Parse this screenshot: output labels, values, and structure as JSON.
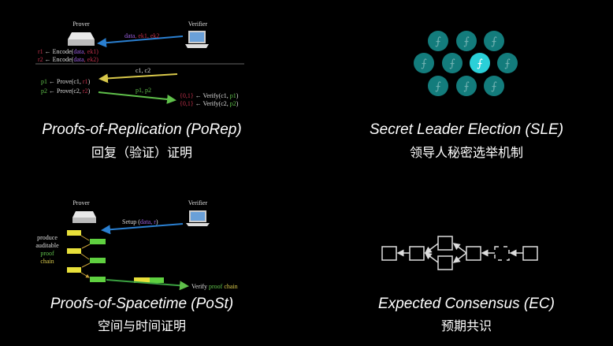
{
  "colors": {
    "purple": "#9b5fe0",
    "red": "#c0304a",
    "blue": "#2a7fd0",
    "yellow": "#d8c84a",
    "green": "#5fc04a",
    "teal": "#137c7c",
    "teal_highlight": "#2ad0d8"
  },
  "porep": {
    "prover": "Prover",
    "verifier": "Verifier",
    "send1_a": "data",
    "send1_b": ", ek1, ek2",
    "r1_a": "r1",
    "r1_b": " ← Encode(",
    "r1_c": "data",
    "r1_d": ", ek1)",
    "r2_a": "r2",
    "r2_b": " ← Encode(",
    "r2_c": "data",
    "r2_d": ", ek2)",
    "challenge": "c1, c2",
    "p1_a": "p1",
    "p1_b": " ← Prove(c1, ",
    "p1_c": "r1",
    "p1_d": ")",
    "p2_a": "p2",
    "p2_b": " ← Prove(c2, ",
    "p2_c": "r2",
    "p2_d": ")",
    "proofs": "p1, p2",
    "v1_a": "{0,1}",
    "v1_b": " ← Verify(c1, ",
    "v1_c": "p1",
    "v1_d": ")",
    "v2_a": "{0,1}",
    "v2_b": " ← Verify(c2, ",
    "v2_c": "p2",
    "v2_d": ")",
    "title": "Proofs-of-Replication (PoRep)",
    "subtitle": "回复（验证）证明"
  },
  "sle": {
    "coin_symbol": "⨍",
    "title": "Secret Leader Election (SLE)",
    "subtitle": "领导人秘密选举机制"
  },
  "post": {
    "prover": "Prover",
    "verifier": "Verifier",
    "setup_a": "Setup (",
    "setup_b": "data, r",
    "setup_c": ")",
    "produce": "produce",
    "auditable": "auditable",
    "proof": "proof",
    "chain": "chain",
    "verify_a": "Verify ",
    "verify_b": "proof",
    "verify_c": " chain",
    "title": "Proofs-of-Spacetime (PoSt)",
    "subtitle": "空间与时间证明"
  },
  "ec": {
    "title": "Expected Consensus (EC)",
    "subtitle": "预期共识"
  }
}
